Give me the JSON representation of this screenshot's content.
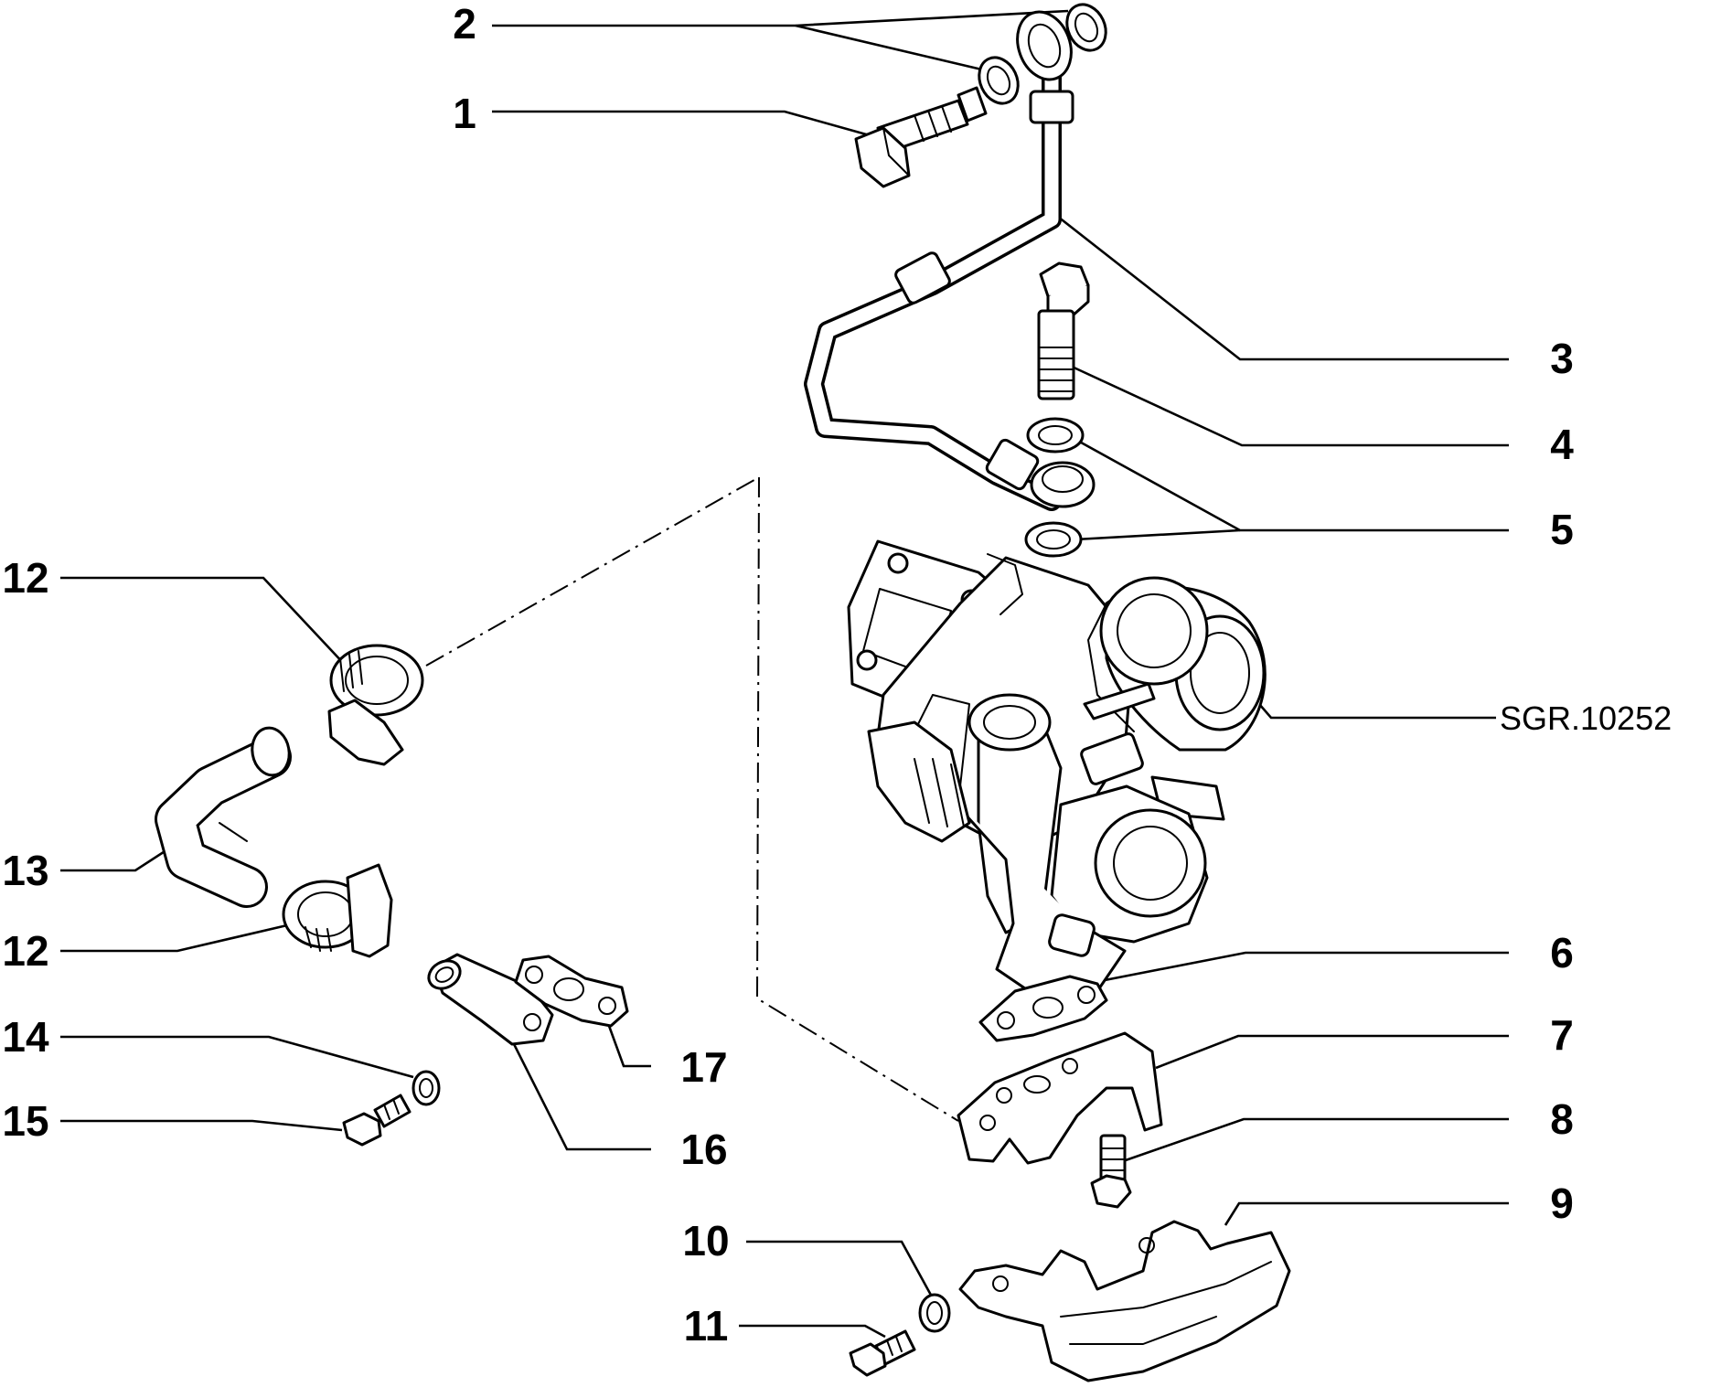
{
  "diagram": {
    "reference_code": "SGR.10252",
    "callouts": [
      {
        "id": "c1",
        "label": "1"
      },
      {
        "id": "c2",
        "label": "2"
      },
      {
        "id": "c3",
        "label": "3"
      },
      {
        "id": "c4",
        "label": "4"
      },
      {
        "id": "c5",
        "label": "5"
      },
      {
        "id": "c6",
        "label": "6"
      },
      {
        "id": "c7",
        "label": "7"
      },
      {
        "id": "c8",
        "label": "8"
      },
      {
        "id": "c9",
        "label": "9"
      },
      {
        "id": "c10",
        "label": "10"
      },
      {
        "id": "c11",
        "label": "11"
      },
      {
        "id": "c12a",
        "label": "12"
      },
      {
        "id": "c12b",
        "label": "12"
      },
      {
        "id": "c13",
        "label": "13"
      },
      {
        "id": "c14",
        "label": "14"
      },
      {
        "id": "c15",
        "label": "15"
      },
      {
        "id": "c16",
        "label": "16"
      },
      {
        "id": "c17",
        "label": "17"
      }
    ]
  }
}
